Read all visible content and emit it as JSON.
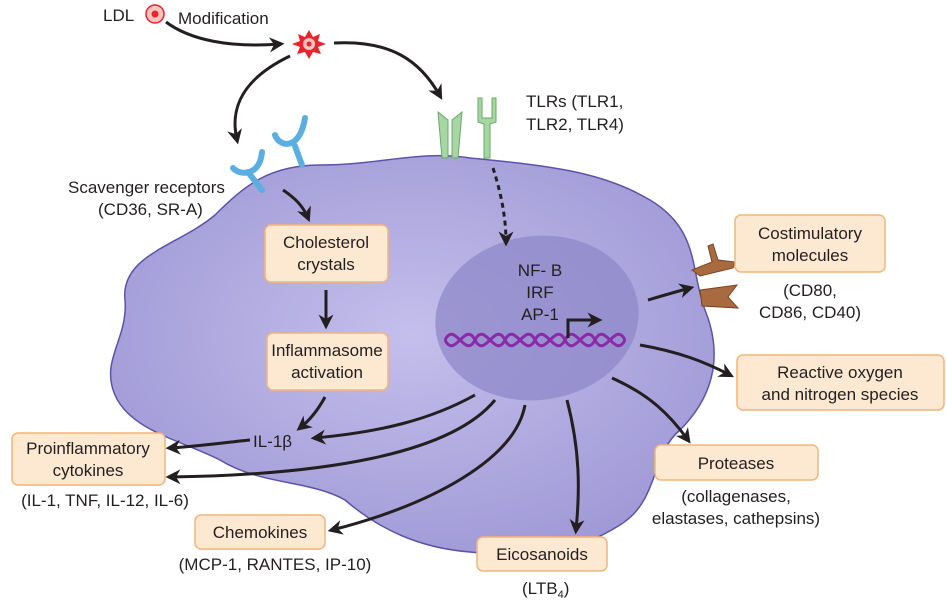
{
  "labels": {
    "ldl": "LDL",
    "modification": "Modification",
    "tlrs_line1": "TLRs (TLR1,",
    "tlrs_line2": "TLR2, TLR4)",
    "scavenger_line1": "Scavenger receptors",
    "scavenger_line2": "(CD36, SR-A)",
    "nfkb": "NF- B",
    "irf": "IRF",
    "ap1": "AP-1",
    "il1b": "IL-1β",
    "cytokines_detail": "(IL-1, TNF, IL-12, IL-6)",
    "chemokines_detail": "(MCP-1, RANTES, IP-10)",
    "eicosanoids_detail_main": "(LTB",
    "eicosanoids_detail_sub": "4",
    "eicosanoids_detail_end": ")",
    "costim_detail_line1": "(CD80,",
    "costim_detail_line2": "CD86, CD40)",
    "proteases_detail_line1": "(collagenases,",
    "proteases_detail_line2": "elastases, cathepsins)"
  },
  "boxes": {
    "cholesterol": [
      "Cholesterol",
      "crystals"
    ],
    "inflammasome": [
      "Inflammasome",
      "activation"
    ],
    "proinflammatory": [
      "Proinflammatory",
      "cytokines"
    ],
    "costimulatory": [
      "Costimulatory",
      "molecules"
    ],
    "reactive": [
      "Reactive oxygen",
      "and nitrogen species"
    ],
    "proteases": [
      "Proteases"
    ],
    "chemokines": [
      "Chemokines"
    ],
    "eicosanoids": [
      "Eicosanoids"
    ]
  },
  "colors": {
    "cell": "#a9a3dc",
    "nucleus": "#8f88c9",
    "dna": "#8a2aa8",
    "box_fill": "#fde8d2",
    "box_border": "#f2b57a",
    "scavenger_receptor": "#5aaee0",
    "tlr": "#8cc78a",
    "costim_receptor": "#9a5a33",
    "ldl": "#e8242c"
  }
}
